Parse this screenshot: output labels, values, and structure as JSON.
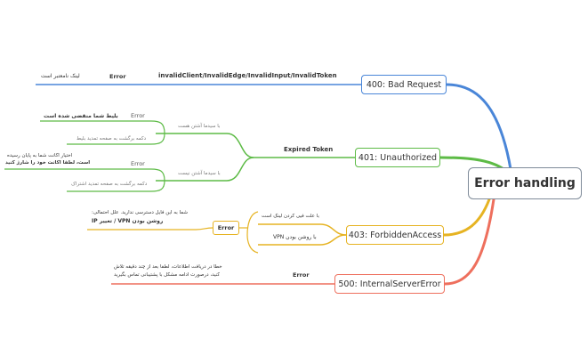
{
  "root": {
    "label": "Error handling"
  },
  "colors": {
    "blue": "#4a86d8",
    "green": "#5dbb46",
    "yellow": "#e6b322",
    "red": "#ee6f5d",
    "root_border": "#7f8b99"
  },
  "branches": {
    "b400": {
      "label": "400: Bad Request",
      "topic": "invalidClient/InvalidEdge/InvalidInput/InvalidToken",
      "error": "Error",
      "message": "لینک نامعتبر است"
    },
    "b401": {
      "label": "401: Unauthorized",
      "topic": "Expired Token",
      "case_a": {
        "condition": "با سیدما آشتن هست",
        "error": "Error",
        "message": "بلیط شما منقضی شده است",
        "action": "دکمه برگشت به صفحه تمدید بلیط"
      },
      "case_b": {
        "condition": "با سیدما آشتن نیست",
        "error": "Error",
        "message_line1": "اختیار اکانت شما به پایان رسیده",
        "message_line2": "است، لطفا اکانت خود را شارژ کنید",
        "action": "دکمه برگشت به صفحه تمدید اشتراک"
      }
    },
    "b403": {
      "label": "403: ForbiddenAccess",
      "condition_a": "با علت فیی کردن لینک است",
      "condition_b": "با روشن بودن VPN",
      "error": "Error",
      "message_line1": "شما به این فایل دسترسی ندارید. علل احتمالی:",
      "message_line2": "روشن بودن VPN / تغییر IP"
    },
    "b500": {
      "label": "500: InternalServerError",
      "error": "Error",
      "message_line1": "خطا در دریافت اطلاعات، لطفا بعد از چند دقیقه تلاش",
      "message_line2": "کنید، درصورت ادامه مشکل با پشتیبانی تماس بگیرید"
    }
  }
}
